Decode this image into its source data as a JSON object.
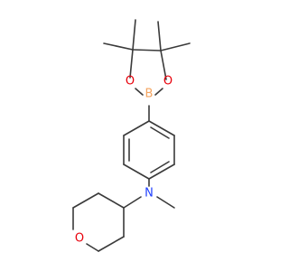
{
  "colors": {
    "background": "#ffffff",
    "bond": "#3a3a3a",
    "oxygen": "#e8000b",
    "boron": "#f4a460",
    "nitrogen": "#1f3fff"
  },
  "atoms": {
    "boron": "B",
    "ring_oxygen_left": "O",
    "ring_oxygen_right": "O",
    "nitrogen": "N",
    "oxane_oxygen": "O"
  }
}
